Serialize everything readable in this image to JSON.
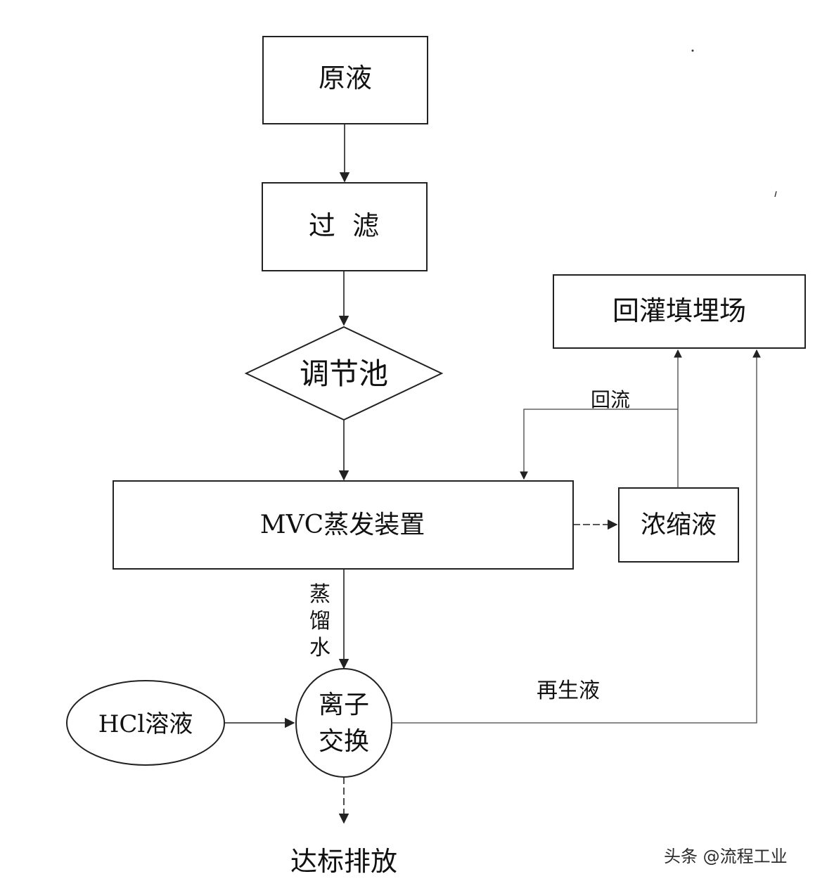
{
  "nodes": {
    "raw_liquid": "原液",
    "filtration": "过  滤",
    "regulating_tank": "调节池",
    "landfill": "回灌填埋场",
    "mvc_evaporator": "MVC蒸发装置",
    "concentrate": "浓缩液",
    "hcl_solution": "HCl溶液",
    "ion_exchange_line1": "离子",
    "ion_exchange_line2": "交换",
    "discharge": "达标排放"
  },
  "labels": {
    "reflux": "回流",
    "distilled_water_1": "蒸",
    "distilled_water_2": "馏",
    "distilled_water_3": "水",
    "regenerant": "再生液"
  },
  "watermark": "头条 @流程工业",
  "colors": {
    "line": "#222222",
    "background": "#ffffff"
  }
}
